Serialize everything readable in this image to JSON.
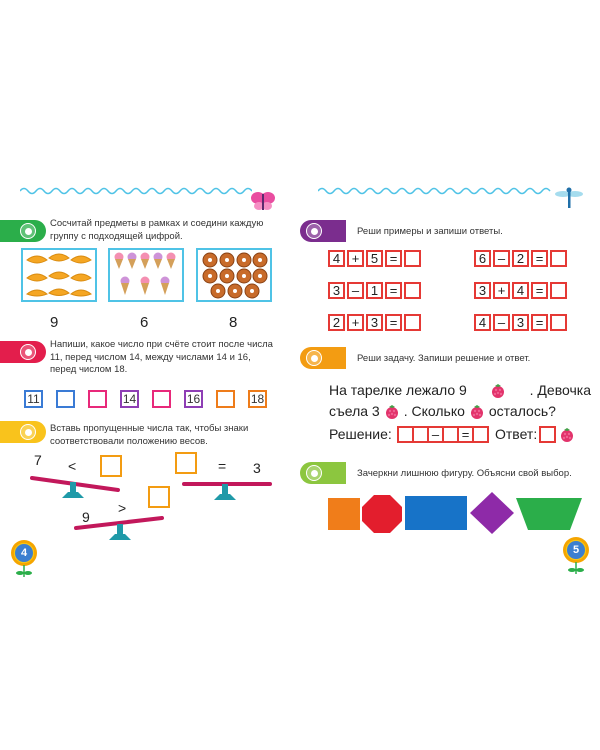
{
  "colors": {
    "green": "#2bae4a",
    "red": "#e31e4c",
    "yellow": "#f9c31c",
    "purple": "#7b2d8e",
    "orange": "#f39c12",
    "lime": "#8cc63f",
    "frame_blue": "#4fc3e6",
    "cell_red": "#e53935",
    "page_blue": "#3b7fd0"
  },
  "left": {
    "task1": {
      "text": "Сосчитай предметы в рамках и соедини каждую группу с подходящей цифрой.",
      "frames": [
        {
          "icon": "croissant-icon",
          "emoji": "🥐"
        },
        {
          "icon": "ice-cream-icon",
          "emoji": "🍦"
        },
        {
          "icon": "donut-icon",
          "emoji": "🍩"
        }
      ],
      "digits": [
        "9",
        "6",
        "8"
      ]
    },
    "task2": {
      "text": "Напиши, какое число при счёте стоит после числа 11, перед числом 14, между числами 14 и 16, перед числом 18.",
      "boxes": [
        "11",
        "",
        "",
        "14",
        "",
        "16",
        "",
        "18"
      ]
    },
    "task3": {
      "text": "Вставь пропущенные числа так, чтобы знаки соответствовали положению весов.",
      "scale1": {
        "num": "7",
        "sign": "<"
      },
      "scale2": {
        "sign": "=",
        "num": "3"
      },
      "scale3": {
        "num": "9",
        "sign": ">"
      }
    },
    "page_number": "4"
  },
  "right": {
    "task1": {
      "text": "Реши примеры и запиши ответы.",
      "examples": [
        {
          "a": "4",
          "op": "+",
          "b": "5",
          "eq": "="
        },
        {
          "a": "6",
          "op": "–",
          "b": "2",
          "eq": "="
        },
        {
          "a": "3",
          "op": "–",
          "b": "1",
          "eq": "="
        },
        {
          "a": "3",
          "op": "+",
          "b": "4",
          "eq": "="
        },
        {
          "a": "2",
          "op": "+",
          "b": "3",
          "eq": "="
        },
        {
          "a": "4",
          "op": "–",
          "b": "3",
          "eq": "="
        }
      ]
    },
    "task2": {
      "text": "Реши задачу. Запиши решение и ответ.",
      "line1a": "На тарелке лежало 9",
      "line1b": ". Девочка",
      "line2a": "съела 3",
      "line2b": ". Сколько",
      "line2c": "осталось?",
      "solution_label": "Решение:",
      "minus": "–",
      "equals": "=",
      "answer_label": "Ответ:"
    },
    "task3": {
      "text": "Зачеркни лишнюю фигуру. Объясни свой выбор."
    },
    "page_number": "5"
  }
}
